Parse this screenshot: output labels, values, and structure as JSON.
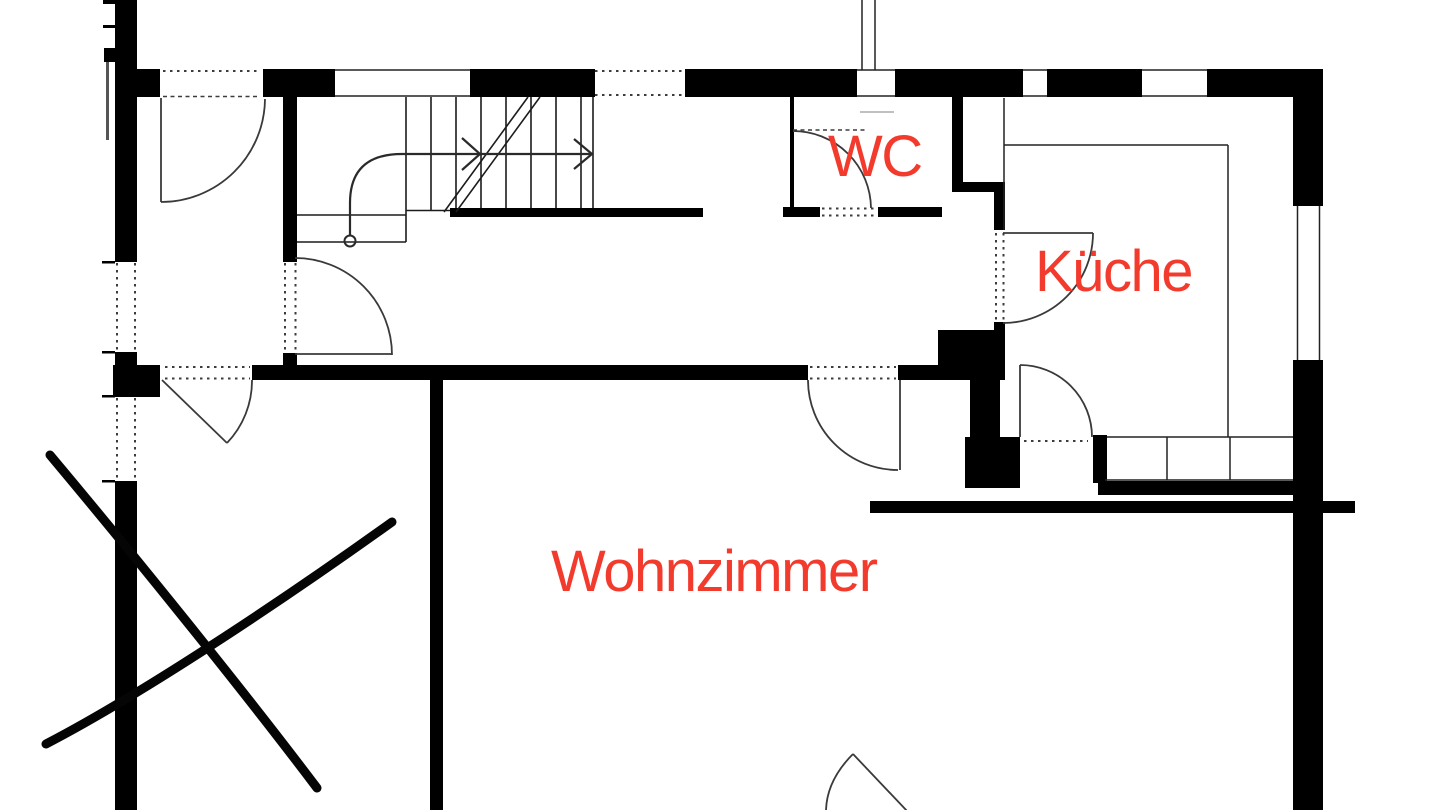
{
  "page": {
    "type": "floor-plan-screenshot",
    "background": "#ffffff"
  },
  "labels": {
    "wc": "WC",
    "kitchen": "Küche",
    "living_room": "Wohnzimmer"
  },
  "label_color": "#f33b2d",
  "wall_color": "#000000",
  "annotations": {
    "cross_out_mark": "X"
  }
}
